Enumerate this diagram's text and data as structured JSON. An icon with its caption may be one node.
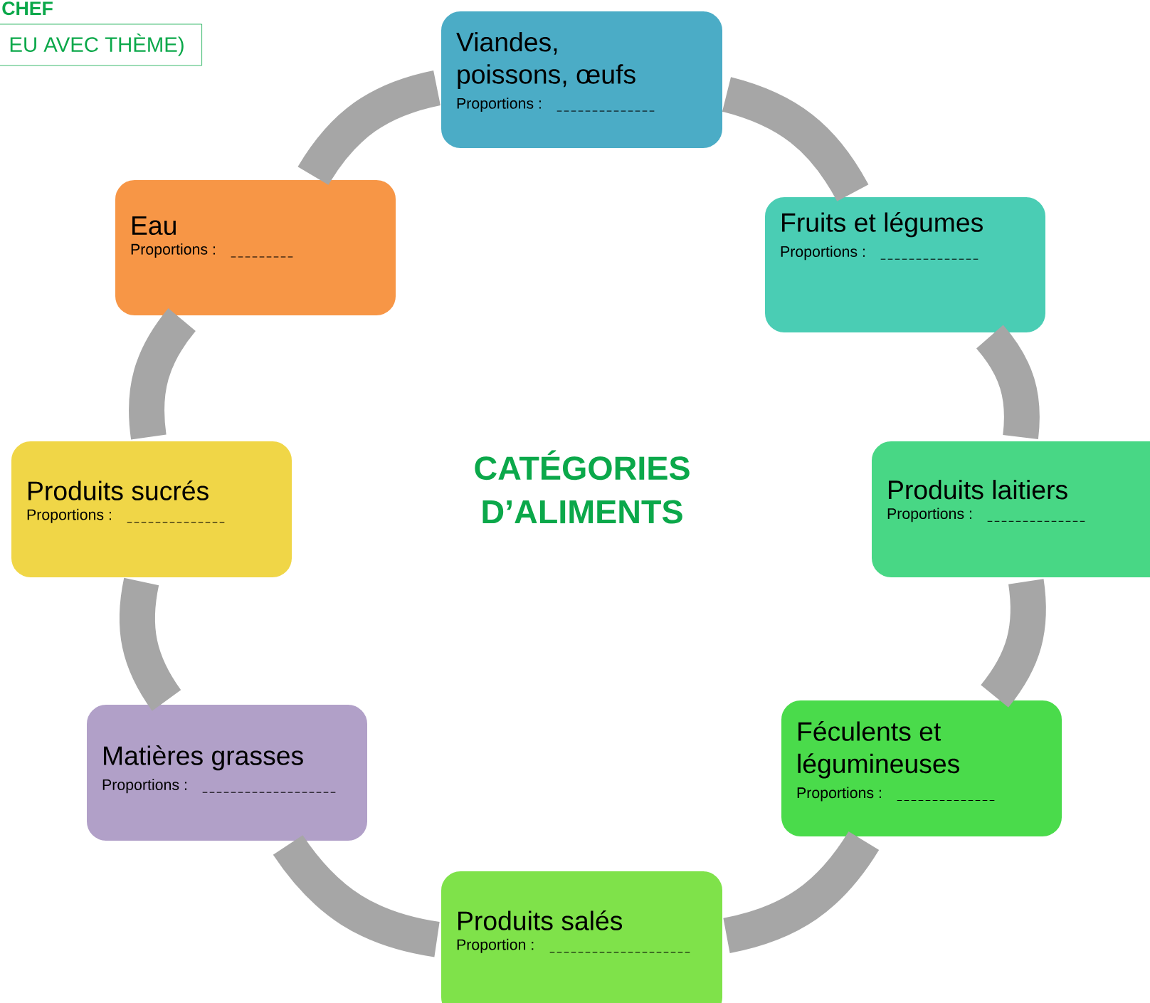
{
  "diagram": {
    "title": "CATÉGORIES D’ALIMENTS",
    "nodes": [
      {
        "text": [
          "Viandes, poissons, œufs",
          "Proportions :"
        ]
      },
      {
        "text": [
          "Fruits et légumes",
          "Proportions :"
        ]
      },
      {
        "text": [
          "Produits laitiers",
          "Proportions :"
        ]
      },
      {
        "text": [
          "Féculents et légumineuses",
          "Proportions :"
        ]
      },
      {
        "text": [
          "Produits salés",
          "Proportion :"
        ]
      },
      {
        "text": [
          "Matières grasses",
          "Proportions :"
        ]
      },
      {
        "text": [
          "Produits sucrés",
          "Proportions :"
        ]
      },
      {
        "text": [
          "Eau",
          "Proportions :"
        ]
      }
    ],
    "edges": [
      {
        "from": 0,
        "to": 1,
        "arrow": "none"
      },
      {
        "from": 1,
        "to": 2,
        "arrow": "none"
      },
      {
        "from": 2,
        "to": 3,
        "arrow": "none"
      },
      {
        "from": 3,
        "to": 4,
        "arrow": "none"
      },
      {
        "from": 4,
        "to": 5,
        "arrow": "none"
      },
      {
        "from": 5,
        "to": 6,
        "arrow": "none"
      },
      {
        "from": 6,
        "to": 7,
        "arrow": "none"
      },
      {
        "from": 7,
        "to": 0,
        "arrow": "none"
      }
    ],
    "labels": [
      "CHEF",
      "EU AVEC THÈME)"
    ]
  }
}
